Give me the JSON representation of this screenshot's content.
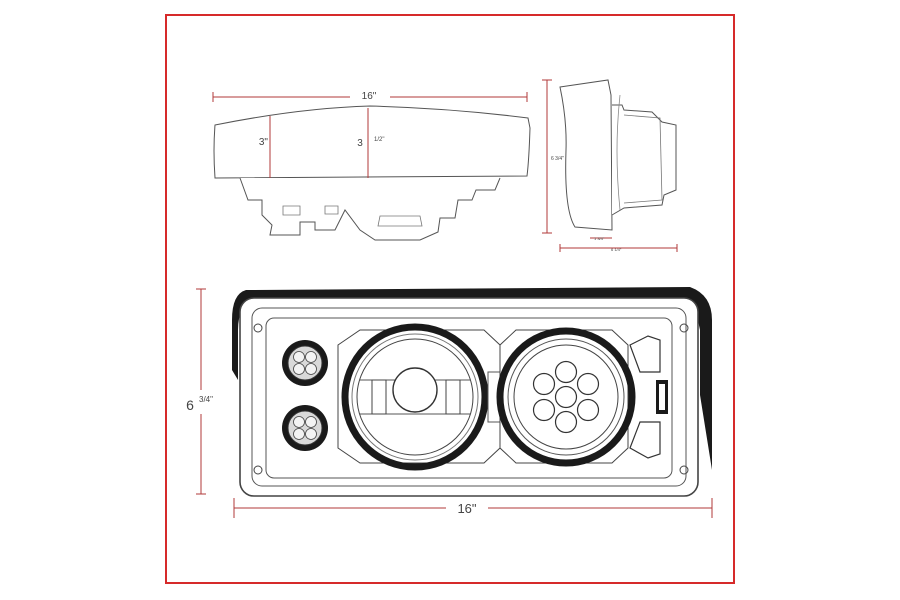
{
  "top_view": {
    "width_label": "16\"",
    "height_a_label": "3\"",
    "height_b_label": "3",
    "height_b_fraction": "1/2\""
  },
  "side_view": {
    "height_label": "6 3/4\"",
    "depth_a_label": "1 3/4\"",
    "depth_b_label": "6 1/4\""
  },
  "front_view": {
    "height_label": "6",
    "height_fraction": "3/4\"",
    "width_label": "16\""
  },
  "colors": {
    "border": "#d62a2a",
    "dimension_line": "#b03a3a",
    "outline": "#555555",
    "dark": "#1a1a1a",
    "led": "#e9e9e9"
  }
}
